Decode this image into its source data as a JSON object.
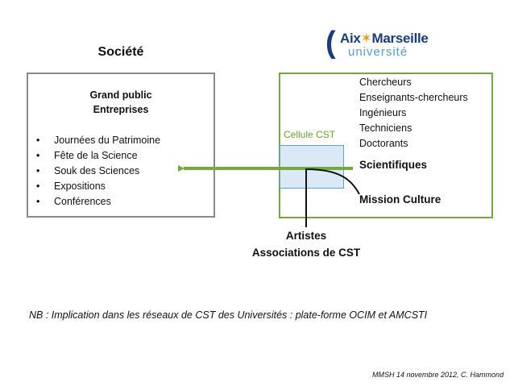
{
  "title": "Société",
  "logo": {
    "line1_a": "Aix",
    "star": "✶",
    "line1_b": "Marseille",
    "line2": "université",
    "paren": "("
  },
  "left_box": {
    "audience": [
      "Grand public",
      "Entreprises"
    ],
    "items": [
      "Journées du Patrimoine",
      "Fête de la Science",
      "Souk des Sciences",
      "Expositions",
      "Conférences"
    ]
  },
  "right_box": {
    "roles": [
      "Chercheurs",
      "Enseignants-chercheurs",
      "Ingénieurs",
      "Techniciens",
      "Doctorants"
    ],
    "scientifiques": "Scientifiques",
    "mission": "Mission Culture",
    "cell_label": "Cellule CST"
  },
  "bottom": {
    "line1": "Artistes",
    "line2": "Associations de CST"
  },
  "nb": "NB : Implication dans les réseaux de CST des Universités : plate-forme OCIM et AMCSTI",
  "footer": "MMSH 14 novembre 2012,  C. Hammond",
  "colors": {
    "green": "#77a840",
    "blue": "#5aa7d6",
    "cell_fill": "#dbe9f7",
    "gray": "#8a8a8a"
  }
}
